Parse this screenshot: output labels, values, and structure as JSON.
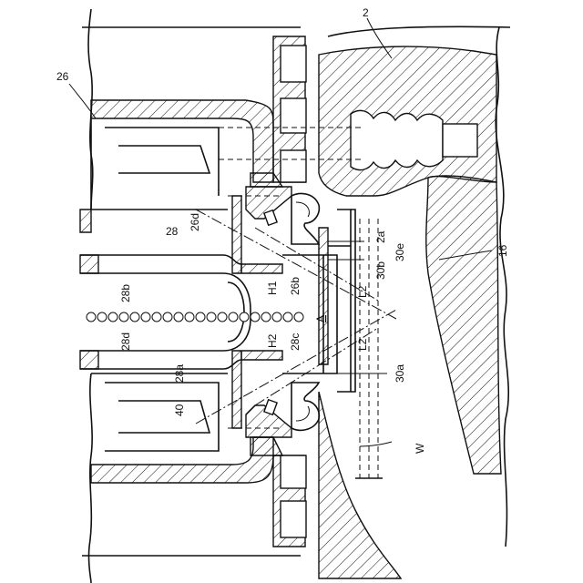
{
  "labels": {
    "l2": "2",
    "l26": "26",
    "l28": "28",
    "l26d": "26d",
    "l28b": "28b",
    "l28d": "28d",
    "l28a": "28a",
    "l40": "40",
    "lH1": "H1",
    "lH2": "H2",
    "l26b": "26b",
    "l28c": "28c",
    "lA": "A",
    "lL2a": "L2",
    "lL2b": "L2",
    "l2a": "2a",
    "l30e": "30e",
    "l30b": "30b",
    "l30a": "30a",
    "l16": "16",
    "lW": "W"
  }
}
